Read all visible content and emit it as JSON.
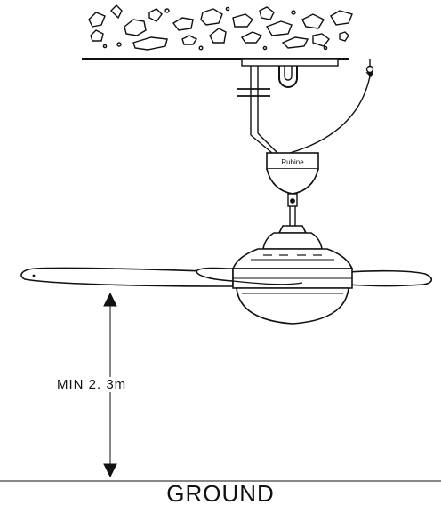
{
  "diagram": {
    "brand_label": "Rubine",
    "min_height_label": "MIN 2. 3m",
    "ground_label": "GROUND"
  }
}
